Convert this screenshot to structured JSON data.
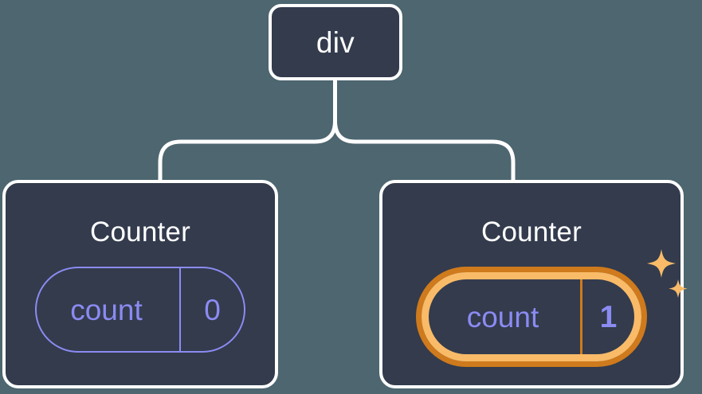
{
  "diagram": {
    "type": "component-tree",
    "background_color": "#4d6670",
    "node_fill_color": "#333b4d",
    "node_border_color": "#ffffff",
    "connector_color": "#ffffff",
    "state_color": "#8b8bf2",
    "highlight_outer_color": "#cf7a1c",
    "highlight_inner_color": "#f9bb68",
    "sparkle_color": "#f9bb68",
    "root": {
      "label": "div"
    },
    "children": [
      {
        "label": "Counter",
        "state": {
          "key": "count",
          "value": "0"
        },
        "highlighted": "false"
      },
      {
        "label": "Counter",
        "state": {
          "key": "count",
          "value": "1"
        },
        "highlighted": "true",
        "sparkle_icons": [
          "sparkle-large",
          "sparkle-small"
        ]
      }
    ]
  }
}
